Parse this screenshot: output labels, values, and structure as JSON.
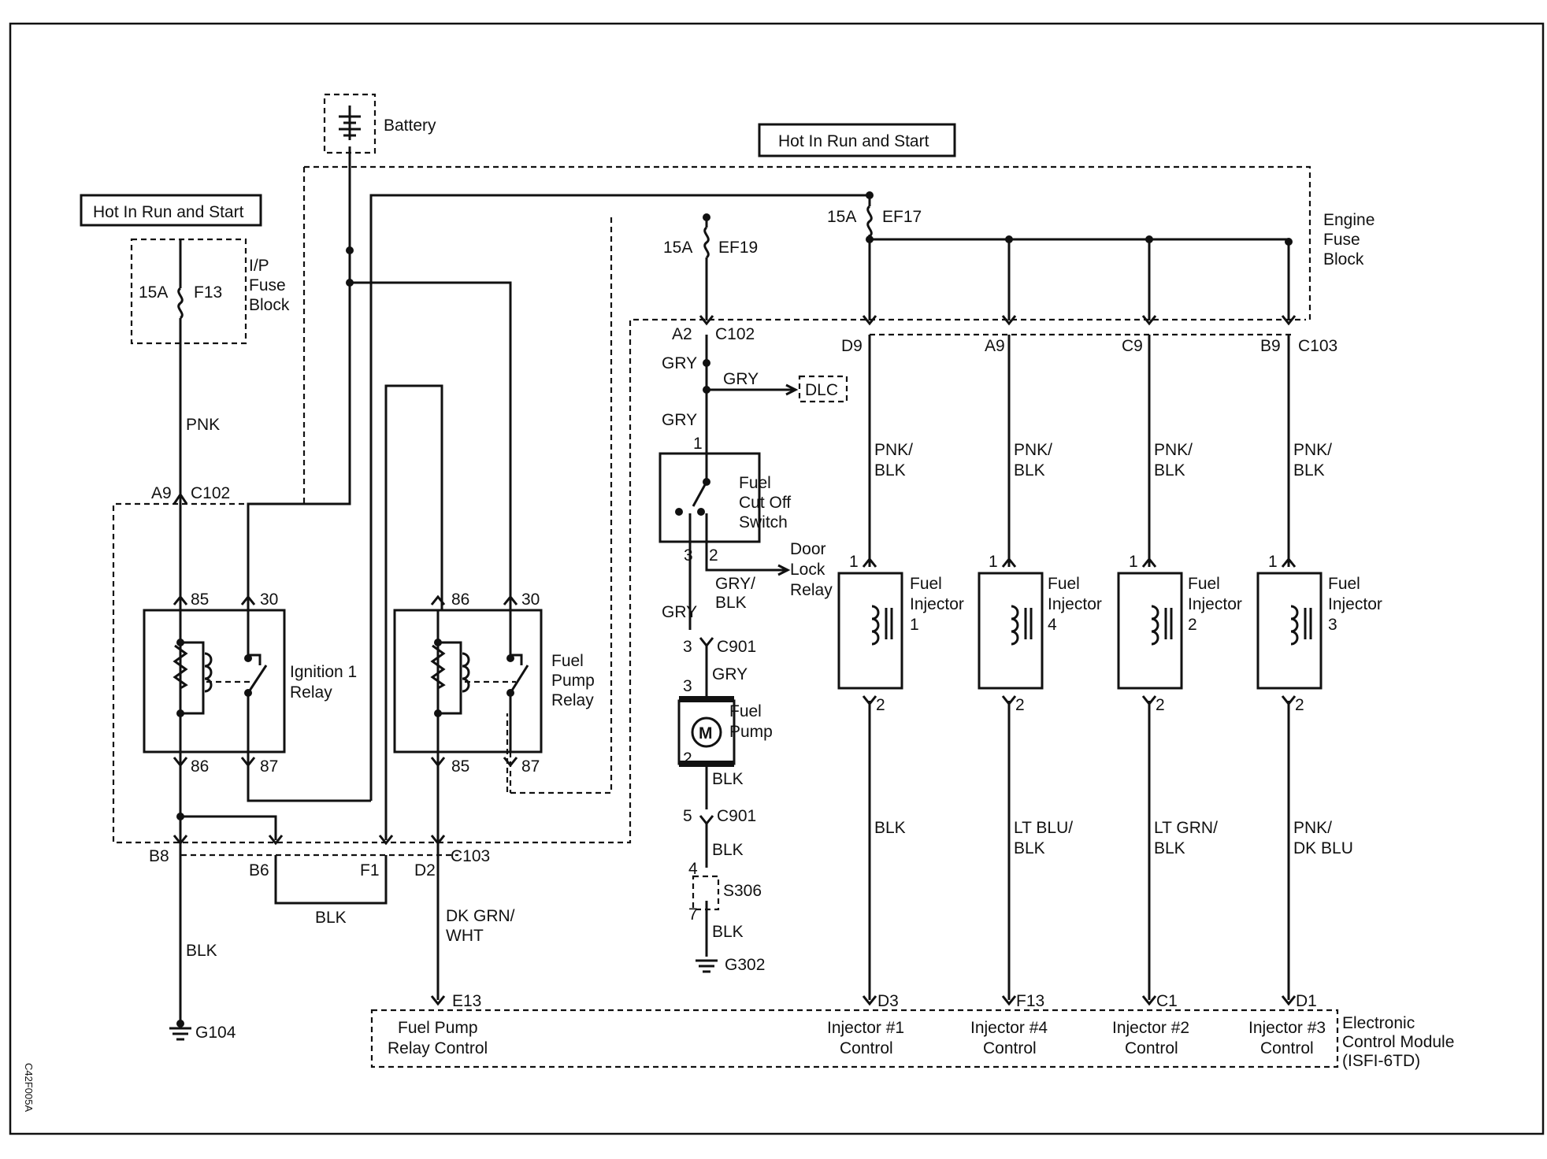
{
  "diagram": {
    "side_code": "C42F005A",
    "battery": "Battery",
    "hot_left": "Hot In Run and Start",
    "hot_right": "Hot In Run and Start",
    "ip_fuse_block": [
      "I/P",
      "Fuse",
      "Block"
    ],
    "engine_fuse_block": [
      "Engine",
      "Fuse",
      "Block"
    ],
    "fuses": {
      "f13": {
        "amp": "15A",
        "name": "F13"
      },
      "ef19": {
        "amp": "15A",
        "name": "EF19"
      },
      "ef17": {
        "amp": "15A",
        "name": "EF17"
      }
    },
    "wires": {
      "pnk": "PNK",
      "gry": "GRY",
      "blk": "BLK",
      "gry_blk": [
        "GRY/",
        "BLK"
      ],
      "dk_grn_wht": [
        "DK GRN/",
        "WHT"
      ],
      "pnk_blk": [
        "PNK/",
        "BLK"
      ],
      "lt_blu_blk": [
        "LT BLU/",
        "BLK"
      ],
      "lt_grn_blk": [
        "LT GRN/",
        "BLK"
      ],
      "pnk_dk_blu": [
        "PNK/",
        "DK BLU"
      ]
    },
    "connectors": {
      "c102": "C102",
      "c103": "C103",
      "c901": "C901",
      "a9": "A9",
      "a2": "A2",
      "b8": "B8",
      "b6": "B6",
      "f1": "F1",
      "d2": "D2",
      "d9": "D9",
      "c9": "C9",
      "b9": "B9",
      "e13": "E13",
      "d3": "D3",
      "f13pin": "F13",
      "c1": "C1",
      "d1": "D1"
    },
    "relay_pins": {
      "p85": "85",
      "p86": "86",
      "p30": "30",
      "p87": "87"
    },
    "pins": {
      "p1": "1",
      "p2": "2",
      "p3": "3",
      "p4": "4",
      "p5": "5",
      "p7": "7"
    },
    "ignition_relay": [
      "Ignition 1",
      "Relay"
    ],
    "fuel_pump_relay": [
      "Fuel",
      "Pump",
      "Relay"
    ],
    "dlc": "DLC",
    "fuel_cutoff": [
      "Fuel",
      "Cut Off",
      "Switch"
    ],
    "door_lock_relay": [
      "Door",
      "Lock",
      "Relay"
    ],
    "fuel_pump": [
      "Fuel",
      "Pump"
    ],
    "motor_symbol": "M",
    "splice": "S306",
    "grounds": {
      "g104": "G104",
      "g302": "G302"
    },
    "injectors": [
      {
        "label": [
          "Fuel",
          "Injector",
          "1"
        ],
        "ctrl": [
          "Injector #1",
          "Control"
        ]
      },
      {
        "label": [
          "Fuel",
          "Injector",
          "4"
        ],
        "ctrl": [
          "Injector #4",
          "Control"
        ]
      },
      {
        "label": [
          "Fuel",
          "Injector",
          "2"
        ],
        "ctrl": [
          "Injector #2",
          "Control"
        ]
      },
      {
        "label": [
          "Fuel",
          "Injector",
          "3"
        ],
        "ctrl": [
          "Injector #3",
          "Control"
        ]
      }
    ],
    "ecm_pump_ctrl": [
      "Fuel Pump",
      "Relay Control"
    ],
    "ecm": [
      "Electronic",
      "Control Module",
      "(ISFI-6TD)"
    ]
  }
}
